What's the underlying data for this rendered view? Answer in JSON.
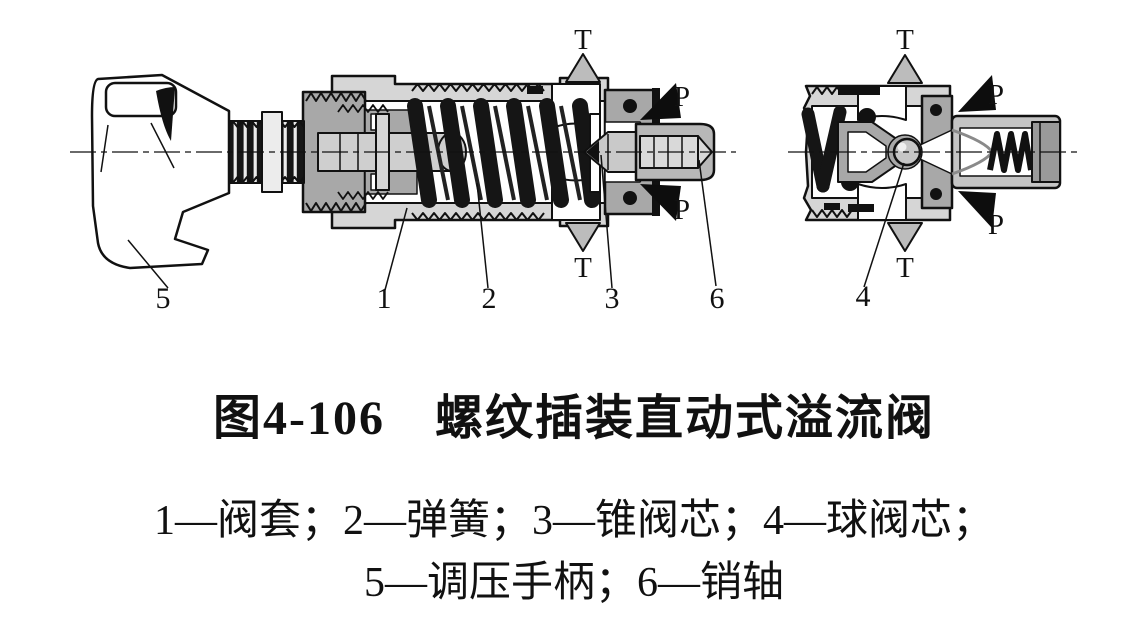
{
  "caption": {
    "title": "图4-106　螺纹插装直动式溢流阀",
    "legend_line1": "1—阀套；2—弹簧；3—锥阀芯；4—球阀芯；",
    "legend_line2": "5—调压手柄；6—销轴"
  },
  "left_valve": {
    "labels": {
      "sleeve": "1",
      "spring": "2",
      "poppet": "3",
      "handle": "5",
      "pin": "6"
    },
    "ports": {
      "t_top": "T",
      "t_bottom": "T",
      "p_top": "P",
      "p_bottom": "P"
    }
  },
  "right_valve": {
    "labels": {
      "ball": "4"
    },
    "ports": {
      "t_top": "T",
      "t_bottom": "T",
      "p_top": "P",
      "p_bottom": "P"
    }
  },
  "colors": {
    "body_gray": "#d6d6d6",
    "mid_gray": "#a8a8a8",
    "light_gray": "#cfcfcf",
    "t_arrow": "#bcbcbc",
    "p_arrow": "#0d0d0d",
    "ink": "#111111",
    "background": "#ffffff"
  }
}
